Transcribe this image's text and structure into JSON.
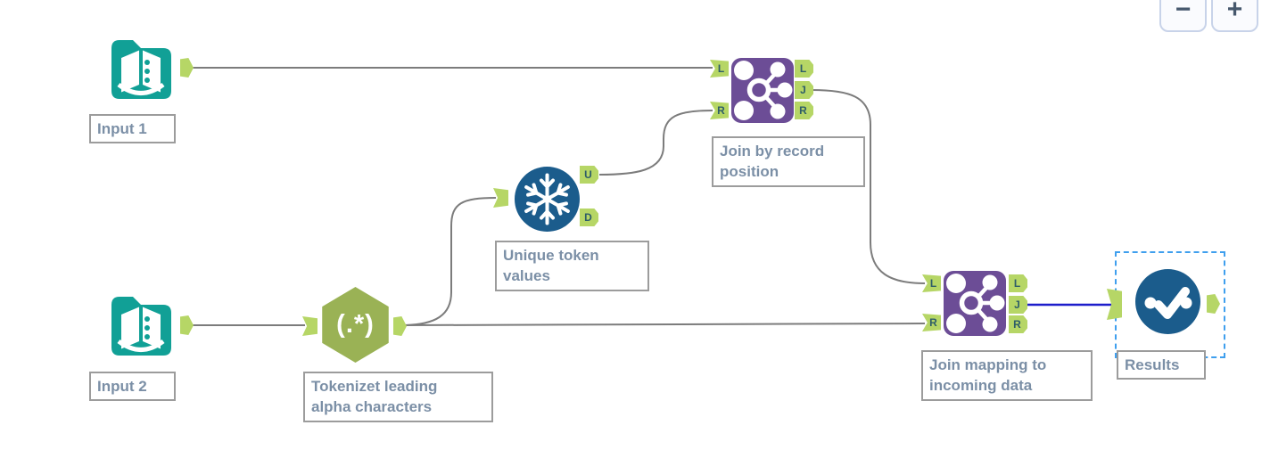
{
  "colors": {
    "wire": "#7c7c7c",
    "selected_wire": "#1e1ecb",
    "teal": "#11a096",
    "hex_green": "#9ab255",
    "anchor_green": "#b6d666",
    "purple": "#6c4d96",
    "blue": "#1b5c8c",
    "label_text": "#7b8fa6",
    "selection_dash": "#3f9fee"
  },
  "zoom_controls": {
    "zoom_out": "−",
    "zoom_in": "+"
  },
  "nodes": {
    "input1": {
      "label": "Input 1"
    },
    "input2": {
      "label": "Input 2"
    },
    "tokenize": {
      "icon_text": "(.*)",
      "label_lines": [
        "Tokenizet leading",
        "alpha characters"
      ]
    },
    "unique": {
      "label_lines": [
        "Unique token",
        "values"
      ],
      "anchors": {
        "out_top": "U",
        "out_bottom": "D"
      }
    },
    "join1": {
      "label_lines": [
        "Join by record",
        "position"
      ],
      "anchors": {
        "in_left": "L",
        "in_right": "R",
        "out_left": "L",
        "out_join": "J",
        "out_right": "R"
      }
    },
    "join2": {
      "label_lines": [
        "Join mapping to",
        "incoming data"
      ],
      "anchors": {
        "in_left": "L",
        "in_right": "R",
        "out_left": "L",
        "out_join": "J",
        "out_right": "R"
      }
    },
    "results": {
      "label": "Results",
      "selected": true
    }
  },
  "connections": [
    {
      "from": "Input 1:out",
      "to": "Join by record position:L",
      "color": "#7c7c7c"
    },
    {
      "from": "Input 2:out",
      "to": "Tokenizet leading alpha characters:in",
      "color": "#7c7c7c"
    },
    {
      "from": "Tokenizet leading alpha characters:out",
      "to": "Join mapping to incoming data:R",
      "color": "#7c7c7c"
    },
    {
      "from": "Tokenizet leading alpha characters:out",
      "to": "Unique token values:in",
      "color": "#7c7c7c"
    },
    {
      "from": "Unique token values:U",
      "to": "Join by record position:R",
      "color": "#7c7c7c"
    },
    {
      "from": "Join by record position:J",
      "to": "Join mapping to incoming data:L",
      "color": "#7c7c7c"
    },
    {
      "from": "Join mapping to incoming data:J",
      "to": "Results:in",
      "color": "#1e1ecb"
    }
  ]
}
